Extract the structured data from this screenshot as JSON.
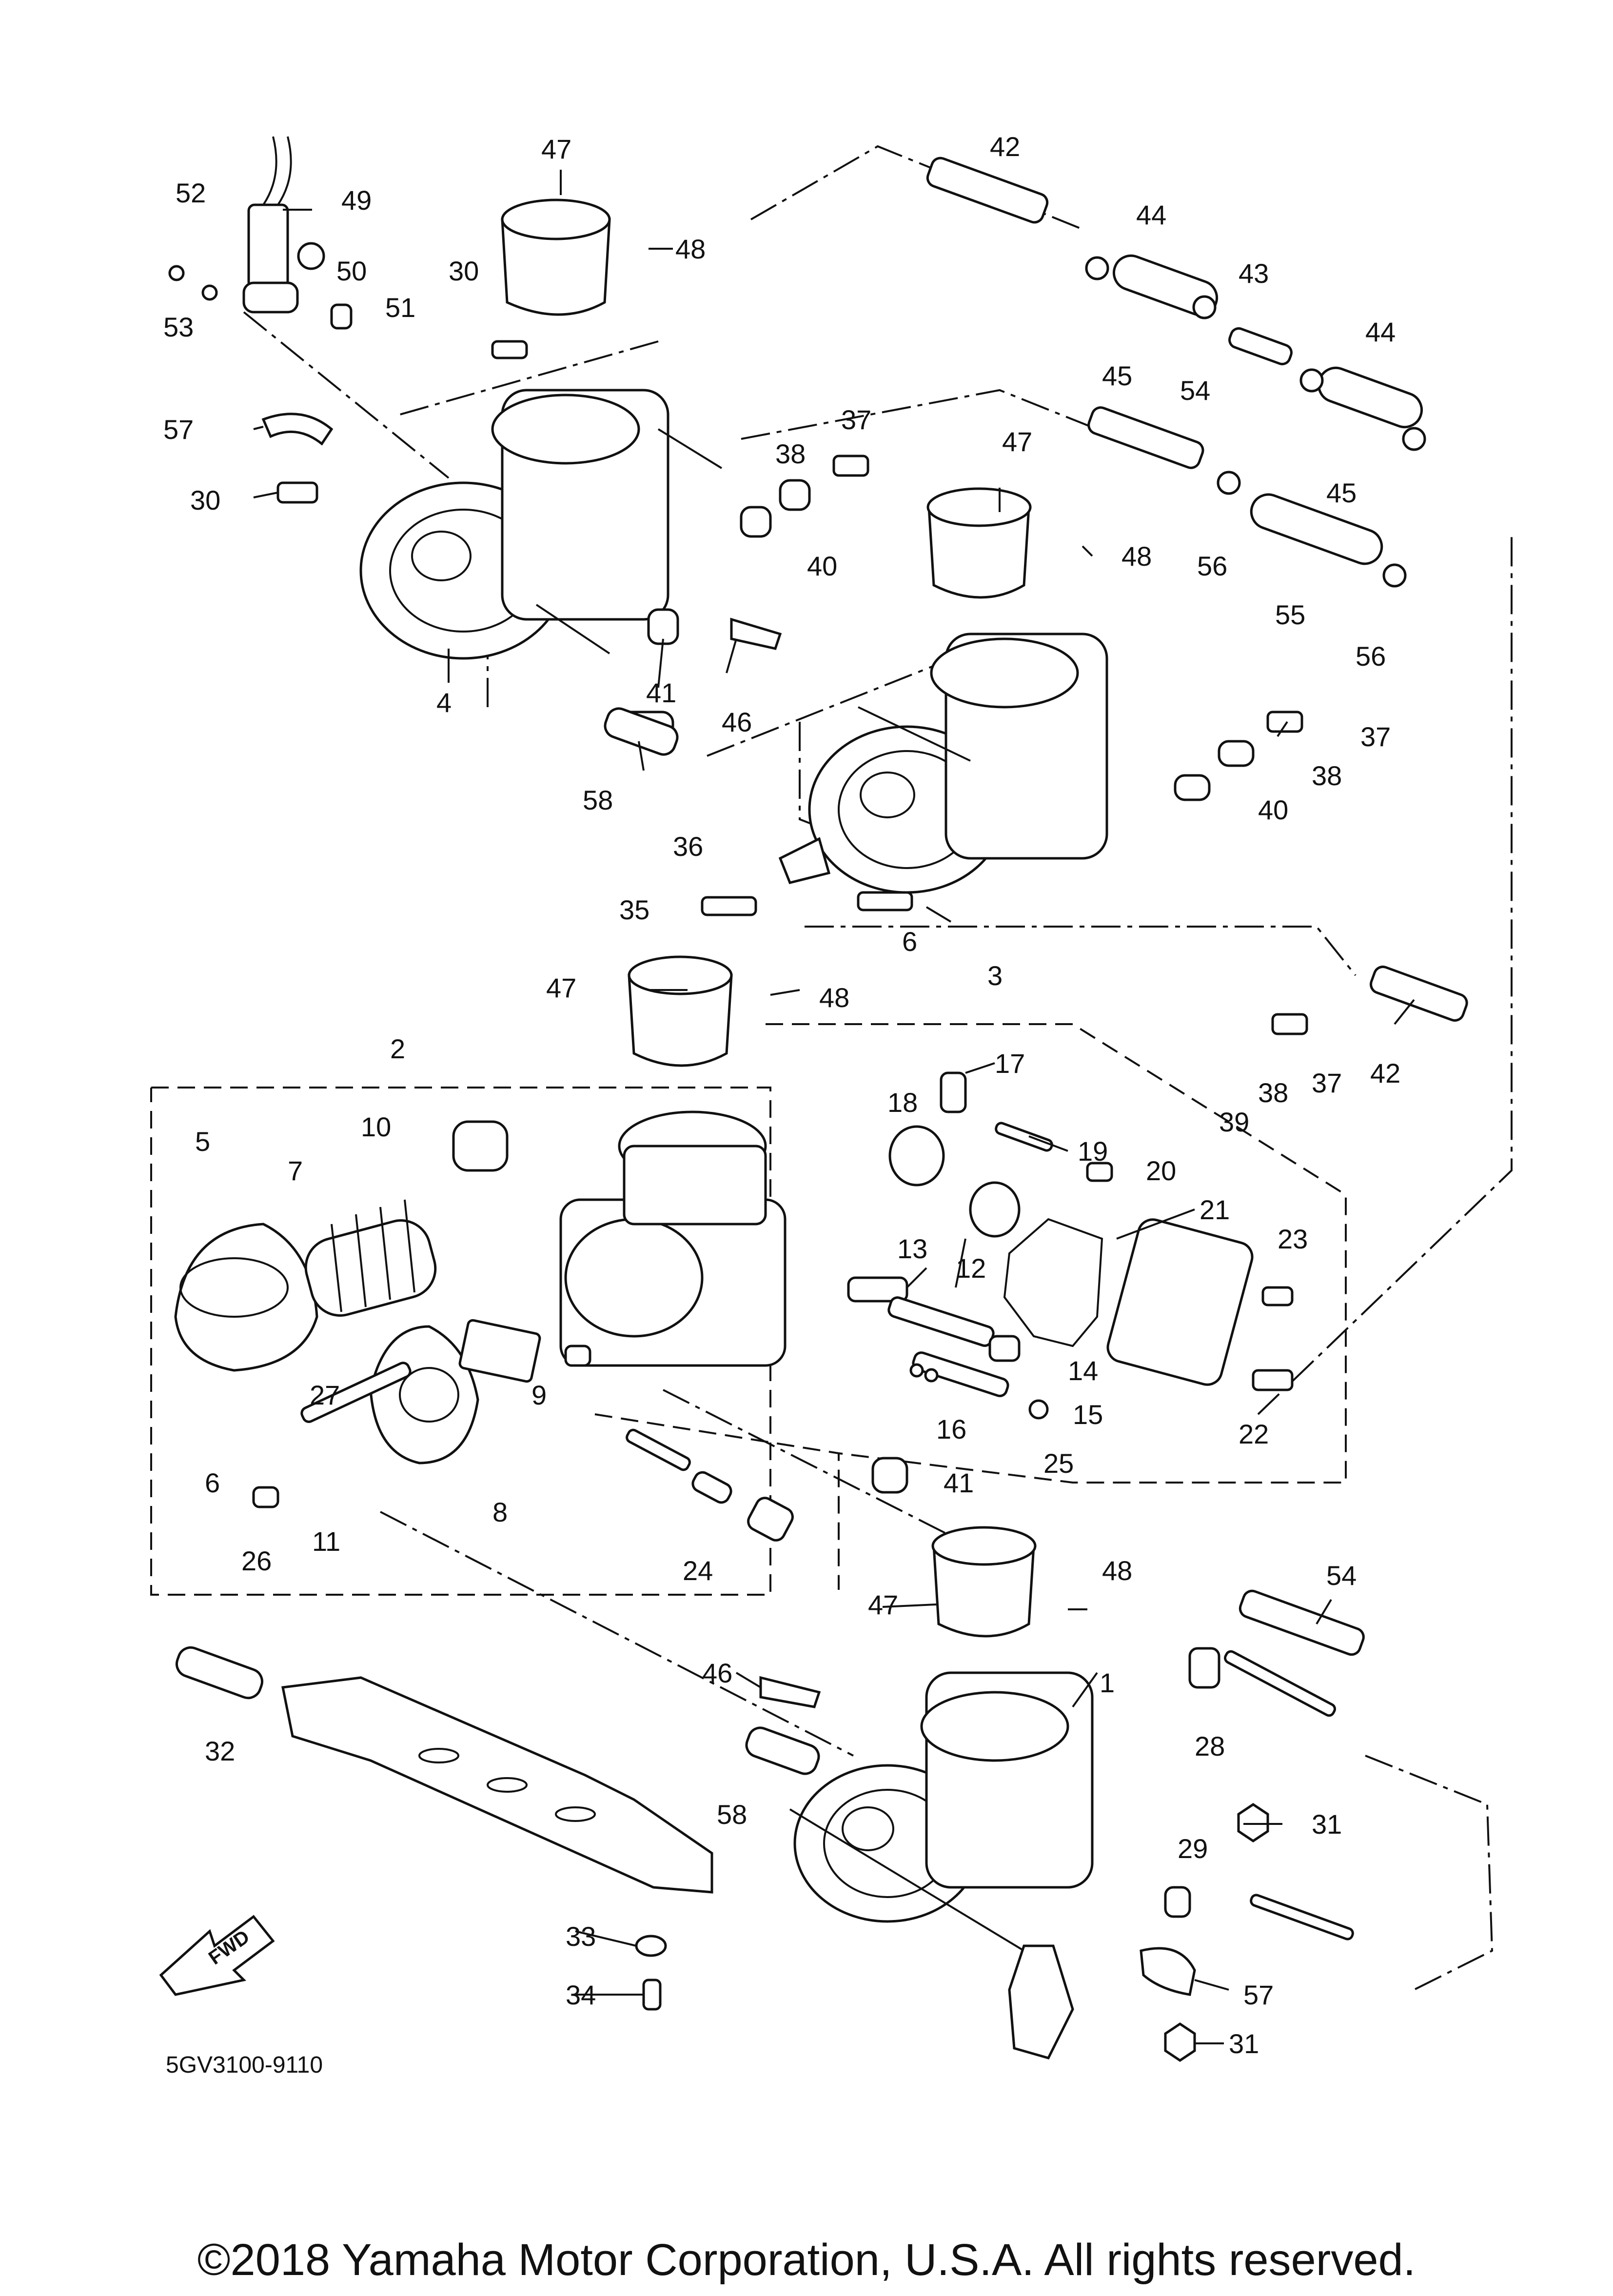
{
  "diagram_code": "5GV3100-9110",
  "copyright": "©2018 Yamaha Motor Corporation, U.S.A. All rights reserved.",
  "fwd_label": "FWD",
  "callouts": {
    "n1": "1",
    "n2": "2",
    "n3": "3",
    "n4": "4",
    "n5": "5",
    "n6a": "6",
    "n6b": "6",
    "n7": "7",
    "n8": "8",
    "n9": "9",
    "n10": "10",
    "n11": "11",
    "n12": "12",
    "n13": "13",
    "n14": "14",
    "n15": "15",
    "n16": "16",
    "n17": "17",
    "n18": "18",
    "n19": "19",
    "n20": "20",
    "n21": "21",
    "n22": "22",
    "n23": "23",
    "n24": "24",
    "n25": "25",
    "n26": "26",
    "n27": "27",
    "n28": "28",
    "n29": "29",
    "n30a": "30",
    "n30b": "30",
    "n31a": "31",
    "n31b": "31",
    "n32": "32",
    "n33": "33",
    "n34": "34",
    "n35": "35",
    "n36": "36",
    "n37a": "37",
    "n37b": "37",
    "n37c": "37",
    "n38a": "38",
    "n38b": "38",
    "n38c": "38",
    "n39": "39",
    "n40a": "40",
    "n40b": "40",
    "n41a": "41",
    "n41b": "41",
    "n42a": "42",
    "n42b": "42",
    "n43": "43",
    "n44a": "44",
    "n44b": "44",
    "n45a": "45",
    "n45b": "45",
    "n46a": "46",
    "n46b": "46",
    "n47a": "47",
    "n47b": "47",
    "n47c": "47",
    "n47d": "47",
    "n48a": "48",
    "n48b": "48",
    "n48c": "48",
    "n48d": "48",
    "n49": "49",
    "n50": "50",
    "n51": "51",
    "n52": "52",
    "n53": "53",
    "n54a": "54",
    "n54b": "54",
    "n55": "55",
    "n56a": "56",
    "n56b": "56",
    "n57a": "57",
    "n57b": "57",
    "n58a": "58",
    "n58b": "58"
  }
}
